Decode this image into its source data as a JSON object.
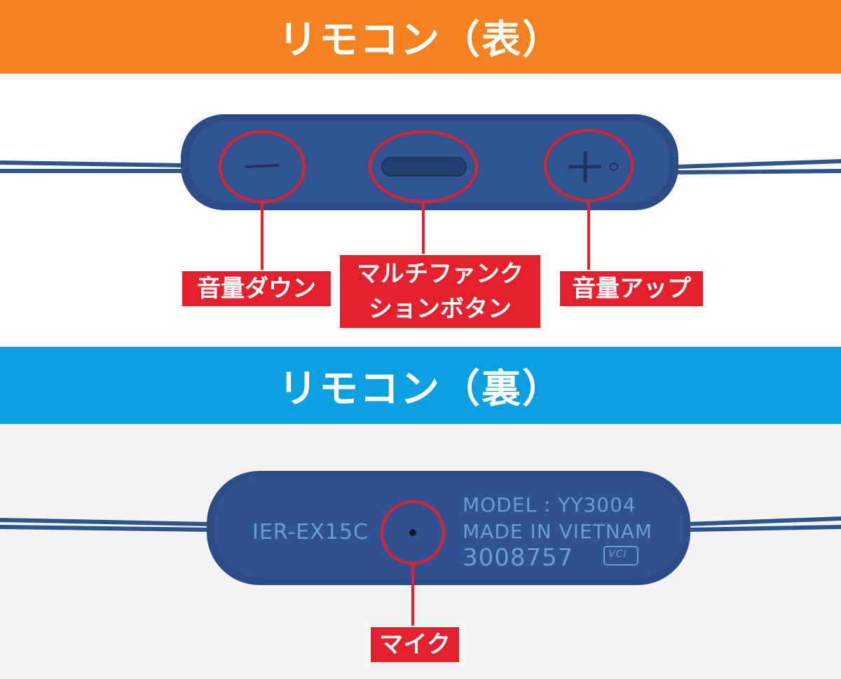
{
  "headers": {
    "front": "リモコン（表）",
    "back": "リモコン（裏）"
  },
  "front_labels": {
    "volume_down": "音量ダウン",
    "multifunction_line1": "マルチファンク",
    "multifunction_line2": "ションボタン",
    "volume_up": "音量アップ"
  },
  "back_labels": {
    "mic": "マイク"
  },
  "remote_print": {
    "model_name": "IER-EX15C",
    "model": "MODEL : YY3004",
    "made_in": "MADE IN VIETNAM",
    "serial": "3008757",
    "mark": "VCI"
  },
  "colors": {
    "front_header": "#F5821F",
    "back_header": "#0A9FE0",
    "callout": "#E3202B",
    "remote": "#2B4C86"
  }
}
